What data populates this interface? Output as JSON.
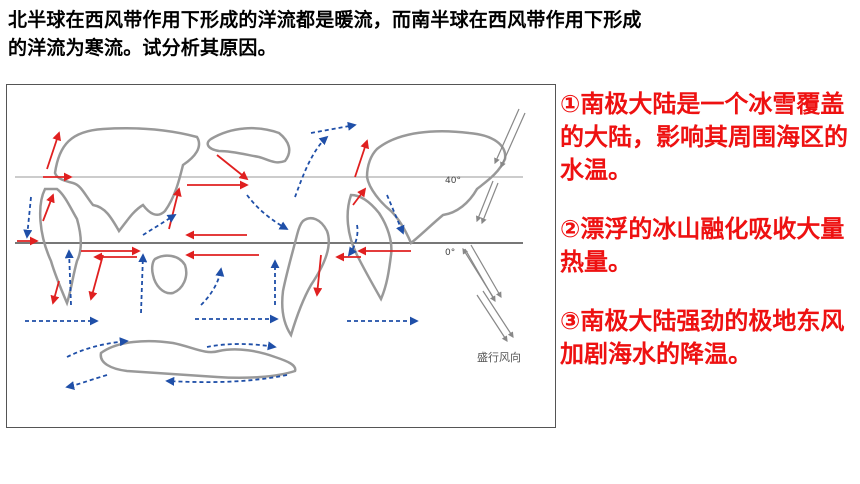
{
  "question": {
    "line1": "北半球在西风带作用下形成的洋流都是暖流，而南半球在西风带作用下形成",
    "line2": "的洋流为寒流。试分析其原因。"
  },
  "map": {
    "lat_40_label": "40°",
    "lat_0_label": "0°",
    "wind_label": "盛行风向",
    "warm_current_color": "#e02020",
    "cold_current_color": "#1f4fa8",
    "land_outline_color": "#999999"
  },
  "answers": {
    "a1": "①南极大陆是一个冰雪覆盖的大陆，影响其周围海区的水温。",
    "a2": "②漂浮的冰山融化吸收大量热量。",
    "a3": "③南极大陆强劲的极地东风加剧海水的降温。"
  }
}
